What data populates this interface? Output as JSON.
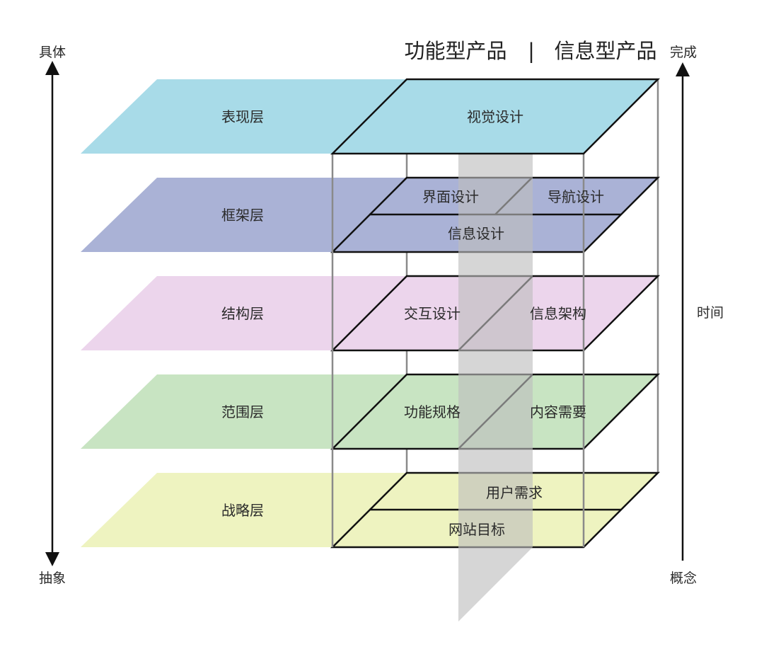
{
  "header": {
    "left_title": "功能型产品",
    "divider": "|",
    "right_title": "信息型产品"
  },
  "left_axis": {
    "top_label": "具体",
    "bottom_label": "抽象"
  },
  "right_axis": {
    "top_label": "完成",
    "middle_label": "时间",
    "bottom_label": "概念"
  },
  "colors": {
    "surface": "#a8dbe8",
    "skeleton": "#aab2d6",
    "structure": "#ecd5ec",
    "scope": "#c8e4c2",
    "strategy": "#eef3c0",
    "line": "#111111",
    "frame": "#8a8a8a",
    "time_band": "#bdbdbd"
  },
  "layers": [
    {
      "key": "surface",
      "name": "表现层",
      "cells": [
        "视觉设计"
      ]
    },
    {
      "key": "skeleton",
      "name": "框架层",
      "cells": [
        "界面设计",
        "导航设计",
        "信息设计"
      ]
    },
    {
      "key": "structure",
      "name": "结构层",
      "cells": [
        "交互设计",
        "信息架构"
      ]
    },
    {
      "key": "scope",
      "name": "范围层",
      "cells": [
        "功能规格",
        "内容需要"
      ]
    },
    {
      "key": "strategy",
      "name": "战略层",
      "cells": [
        "用户需求",
        "网站目标"
      ]
    }
  ]
}
